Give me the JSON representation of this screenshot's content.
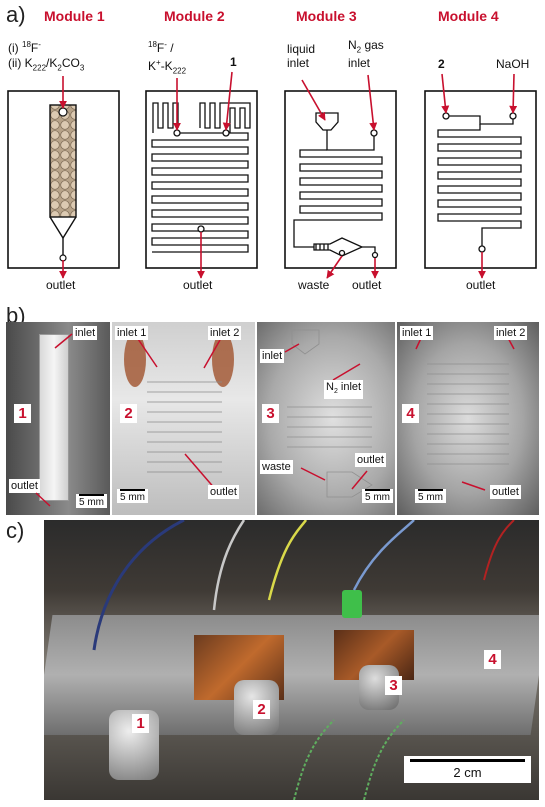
{
  "panels": {
    "a": "a)",
    "b": "b)",
    "c": "c)"
  },
  "modules": [
    {
      "title": "Module 1",
      "labels": {
        "line1_prefix": "(i) ",
        "line1_sup": "18",
        "line1_rest": "F",
        "line1_sup2": "-",
        "line2": "(ii) K",
        "line2_sub1": "222",
        "line2_mid": "/K",
        "line2_sub2": "2",
        "line2_end": "CO",
        "line2_sub3": "3",
        "outlet": "outlet"
      }
    },
    {
      "title": "Module 2",
      "labels": {
        "top_sup": "18",
        "top_a": "F",
        "top_sup2": "-",
        "top_b": " /",
        "bottom_a": "K",
        "bottom_sup": "+",
        "bottom_b": "-K",
        "bottom_sub": "222",
        "input": "1",
        "outlet": "outlet"
      }
    },
    {
      "title": "Module 3",
      "labels": {
        "liquid": "liquid",
        "inlet1": "inlet",
        "gas_a": "N",
        "gas_sub": "2",
        "gas_b": " gas",
        "inlet2": "inlet",
        "waste": "waste",
        "outlet": "outlet"
      }
    },
    {
      "title": "Module 4",
      "labels": {
        "input": "2",
        "naoh": "NaOH",
        "outlet": "outlet"
      }
    }
  ],
  "photos_b": [
    {
      "number": "1",
      "labels": [
        "inlet",
        "outlet"
      ],
      "scale": "5 mm"
    },
    {
      "number": "2",
      "labels": [
        "inlet 1",
        "inlet 2",
        "outlet"
      ],
      "scale": "5 mm"
    },
    {
      "number": "3",
      "labels": [
        "inlet",
        "N",
        "2",
        " inlet",
        "waste",
        "outlet"
      ],
      "scale": "5 mm"
    },
    {
      "number": "4",
      "labels": [
        "inlet 1",
        "inlet 2",
        "outlet"
      ],
      "scale": "5 mm"
    }
  ],
  "photo_c": {
    "numbers": [
      "1",
      "2",
      "3",
      "4"
    ],
    "scale": "2 cm"
  },
  "colors": {
    "accent_red": "#c8102e",
    "line": "#111111",
    "bead_fill": "#c9b49a"
  }
}
